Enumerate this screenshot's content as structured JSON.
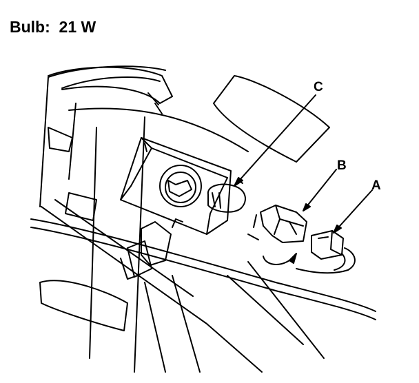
{
  "header": {
    "title": "Bulb:  21 W"
  },
  "callouts": {
    "a": "A",
    "b": "B",
    "c": "C"
  },
  "colors": {
    "line": "#000000",
    "background": "#ffffff"
  }
}
